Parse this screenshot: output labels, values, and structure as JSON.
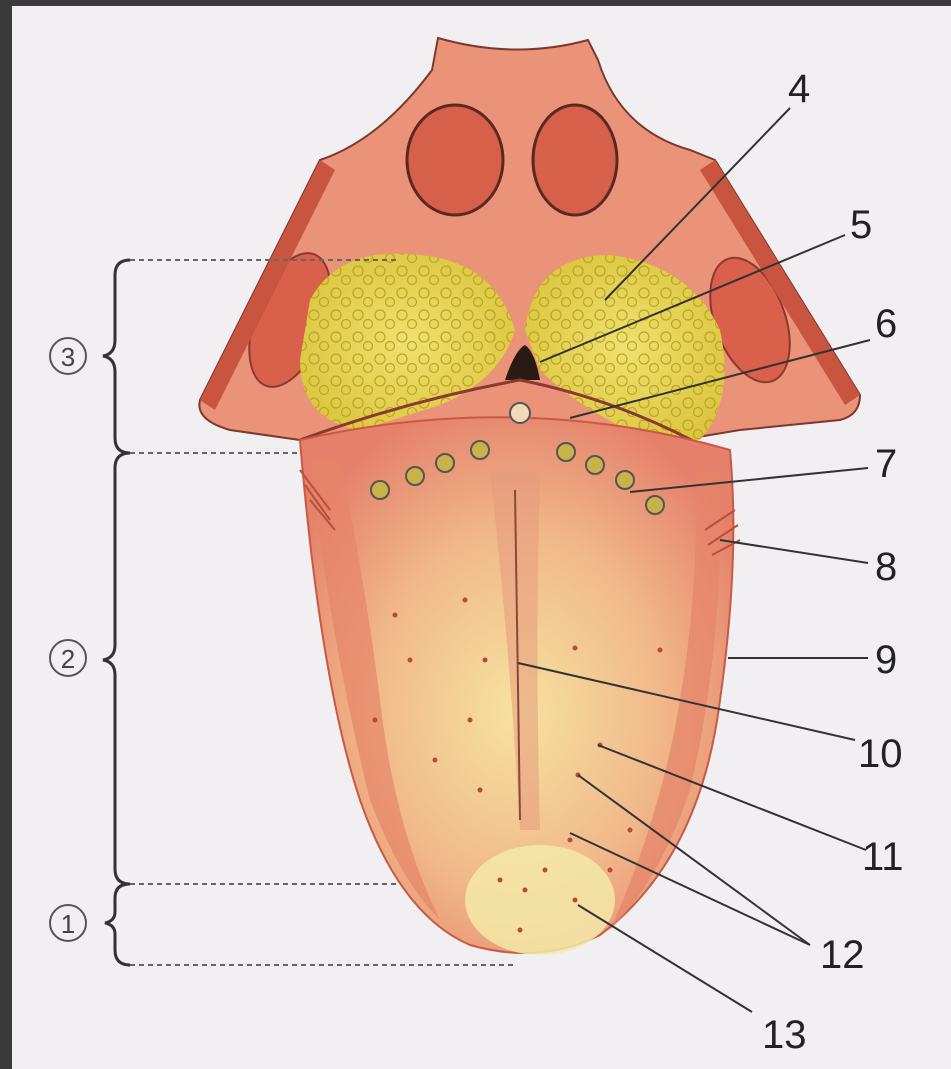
{
  "diagram": {
    "background": "#f1eff2",
    "colors": {
      "tongue": "#ed9a7a",
      "tongue_dark": "#d9664f",
      "papillae": "#e9d44a",
      "tip": "#f3e9a8"
    },
    "region_labels": [
      "3",
      "2",
      "1"
    ],
    "part_labels": [
      "4",
      "5",
      "6",
      "7",
      "8",
      "9",
      "10",
      "11",
      "12",
      "13"
    ]
  }
}
